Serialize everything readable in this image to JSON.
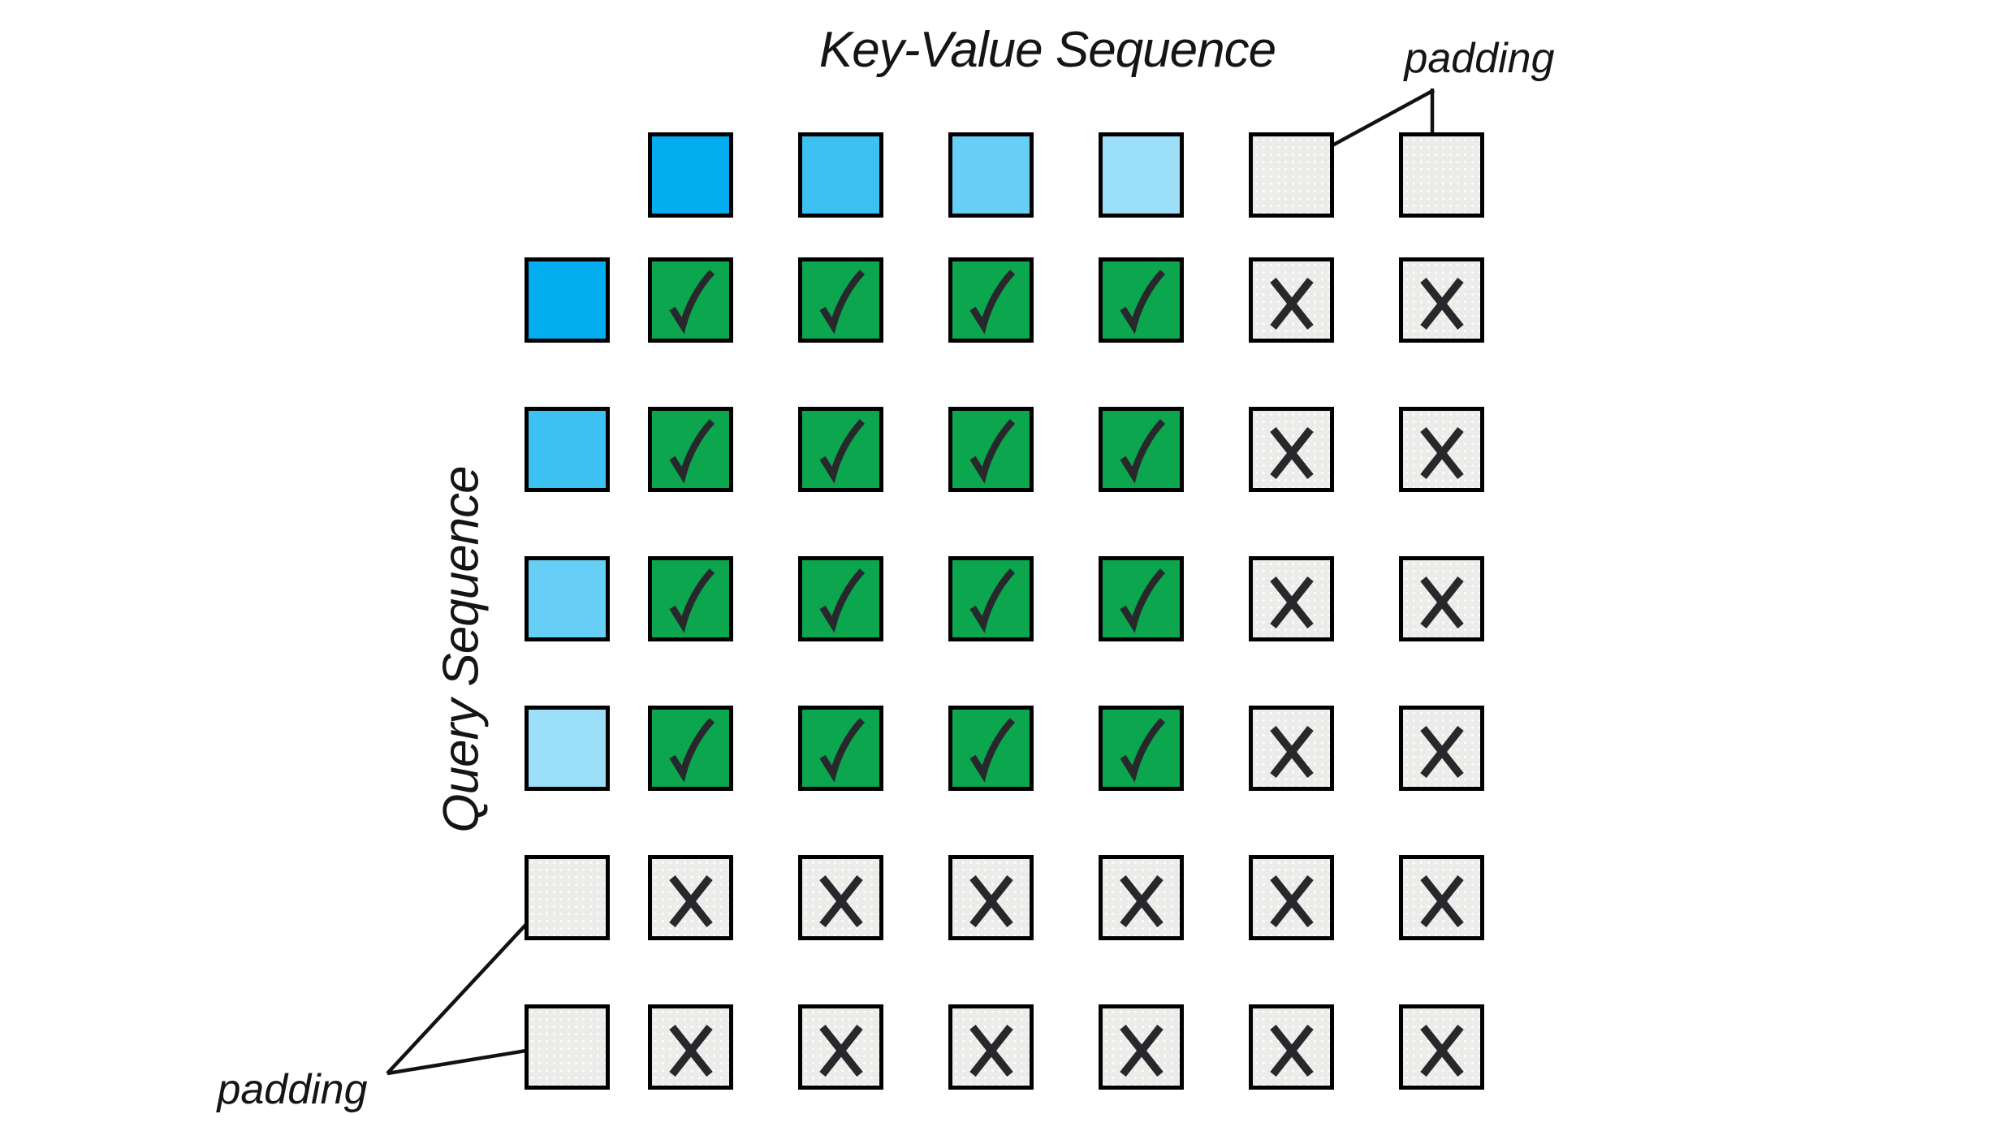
{
  "title": "Key-Value Sequence",
  "query_axis_label": "Query Sequence",
  "annotations": {
    "top_padding_label": "padding",
    "bottom_padding_label": "padding"
  },
  "colors": {
    "token_shades": [
      "#04ADEF",
      "#3DC0F2",
      "#67CFF5",
      "#9BDFF9"
    ],
    "padding_fill": "#ECECEA",
    "allowed_fill": "#0CA64F",
    "glyph_stroke": "#28282C",
    "border": "#000000",
    "line": "#121212"
  },
  "grid": {
    "key_tokens": [
      "token-1",
      "token-2",
      "token-3",
      "token-4",
      "padding",
      "padding"
    ],
    "query_tokens": [
      "token-1",
      "token-2",
      "token-3",
      "token-4",
      "padding",
      "padding"
    ],
    "cells": [
      [
        "check",
        "check",
        "check",
        "check",
        "cross",
        "cross"
      ],
      [
        "check",
        "check",
        "check",
        "check",
        "cross",
        "cross"
      ],
      [
        "check",
        "check",
        "check",
        "check",
        "cross",
        "cross"
      ],
      [
        "check",
        "check",
        "check",
        "check",
        "cross",
        "cross"
      ],
      [
        "cross",
        "cross",
        "cross",
        "cross",
        "cross",
        "cross"
      ],
      [
        "cross",
        "cross",
        "cross",
        "cross",
        "cross",
        "cross"
      ]
    ],
    "cell_glyph_meaning": {
      "check": "attention-allowed",
      "cross": "attention-masked"
    }
  }
}
